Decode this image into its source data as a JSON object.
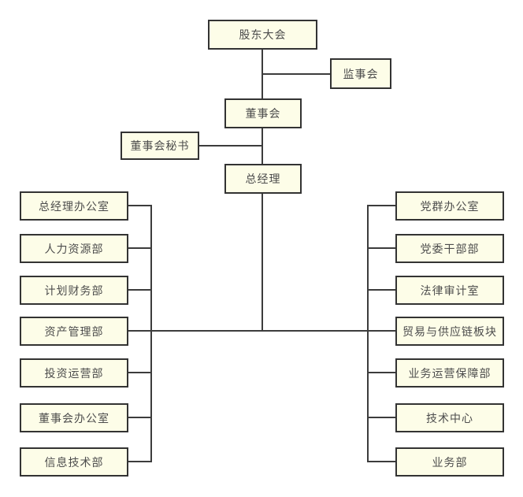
{
  "diagram": {
    "type": "org-chart",
    "nodes": {
      "shareholders_meeting": {
        "label": "股东大会"
      },
      "supervisory_board": {
        "label": "监事会"
      },
      "board_of_directors": {
        "label": "董事会"
      },
      "board_secretary": {
        "label": "董事会秘书"
      },
      "general_manager": {
        "label": "总经理"
      }
    },
    "left_departments": [
      {
        "label": "总经理办公室"
      },
      {
        "label": "人力资源部"
      },
      {
        "label": "计划财务部"
      },
      {
        "label": "资产管理部"
      },
      {
        "label": "投资运营部"
      },
      {
        "label": "董事会办公室"
      },
      {
        "label": "信息技术部"
      }
    ],
    "right_departments": [
      {
        "label": "党群办公室"
      },
      {
        "label": "党委干部部"
      },
      {
        "label": "法律审计室"
      },
      {
        "label": "贸易与供应链板块"
      },
      {
        "label": "业务运营保障部"
      },
      {
        "label": "技术中心"
      },
      {
        "label": "业务部"
      }
    ]
  },
  "colors": {
    "box_fill": "#FDFDE8",
    "box_border": "#333333",
    "connector": "#3C3C3C",
    "text": "#4D4D4D",
    "background": "#FFFFFF"
  }
}
